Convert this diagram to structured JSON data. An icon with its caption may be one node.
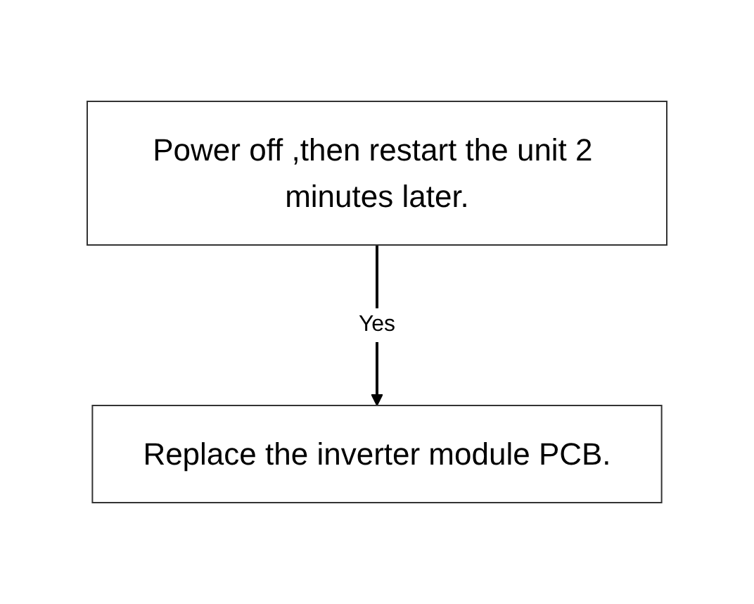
{
  "diagram": {
    "nodes": [
      {
        "text": [
          "Power off ,then restart the unit 2 minutes later."
        ]
      },
      {
        "text": [
          "Replace the inverter module PCB."
        ]
      }
    ],
    "edges": [
      {
        "from": 0,
        "to": 1,
        "label": "Yes",
        "arrow": "to"
      }
    ]
  }
}
